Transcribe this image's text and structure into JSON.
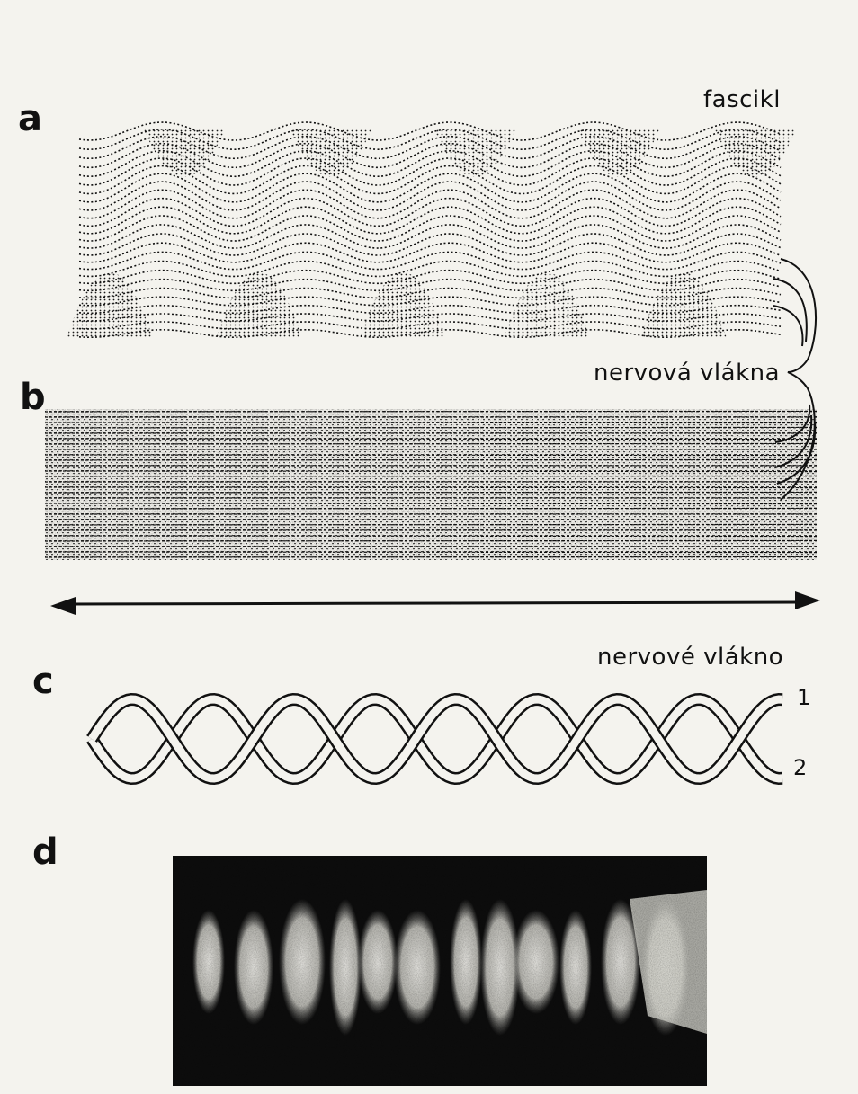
{
  "figure": {
    "panels": {
      "a": {
        "letter": "a",
        "label": "fascikl"
      },
      "b": {
        "letter": "b",
        "label": "nervová vlákna"
      },
      "c": {
        "letter": "c",
        "label": "nervové vlákno",
        "strand_labels": [
          "1",
          "2"
        ]
      },
      "d": {
        "letter": "d"
      }
    }
  },
  "colors": {
    "ink": "#111111",
    "paper": "#f4f3ee"
  }
}
